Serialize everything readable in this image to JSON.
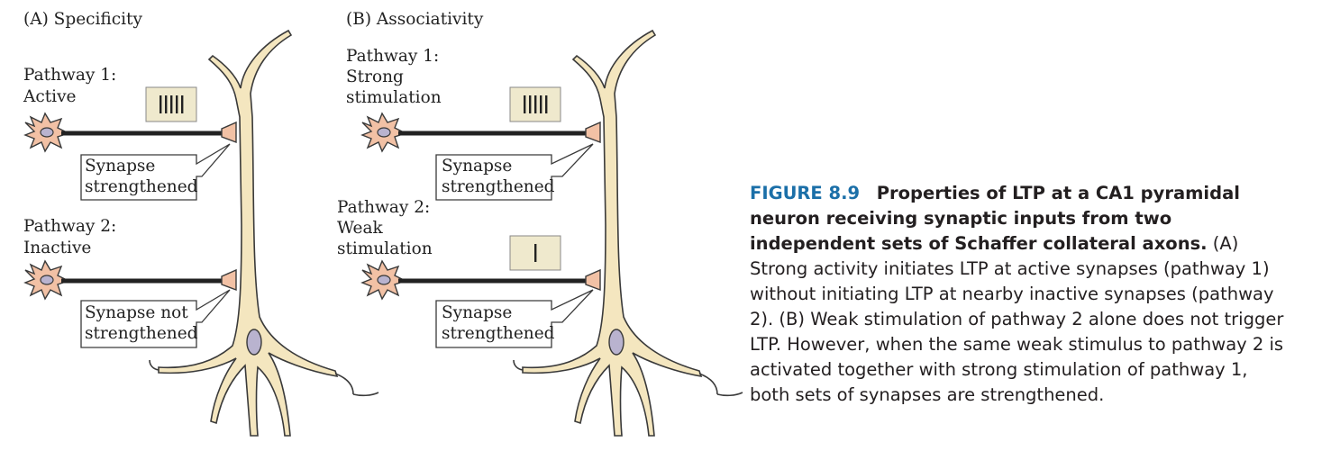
{
  "panels": {
    "a": {
      "heading": "(A) Specificity",
      "p1_line1": "Pathway 1:",
      "p1_line2": "Active",
      "p2_line1": "Pathway 2:",
      "p2_line2": "Inactive",
      "box1_line1": "Synapse",
      "box1_line2": "strengthened",
      "box2_line1": "Synapse not",
      "box2_line2": "strengthened"
    },
    "b": {
      "heading": "(B) Associativity",
      "p1_line1": "Pathway 1:",
      "p1_line2": "Strong",
      "p1_line3": "stimulation",
      "p2_line1": "Pathway 2:",
      "p2_line2": "Weak",
      "p2_line3": "stimulation",
      "box1_line1": "Synapse",
      "box1_line2": "strengthened",
      "box2_line1": "Synapse",
      "box2_line2": "strengthened"
    }
  },
  "stimulus_bars": {
    "strong": 5,
    "weak": 1
  },
  "caption": {
    "figure_number": "FIGURE 8.9",
    "title": "Properties of LTP at a CA1 pyramidal neuron receiving synaptic inputs from two independent sets of Schaffer collateral axons.",
    "body": "(A) Strong activity initiates LTP at active synapses (pathway 1) without initiating LTP at nearby inactive synapses (pathway 2). (B) Weak stimulation of pathway 2 alone does not trigger LTP. However, when the same weak stimulus to pathway 2 is activated together with strong stimulation of pathway 1, both sets of synapses are strengthened."
  },
  "colors": {
    "neuron_fill": "#f4e6bf",
    "neuron_stroke": "#3a3a3a",
    "axon_cell_fill": "#f2c1a5",
    "nucleus_fill": "#b9b3cf",
    "stim_box_fill": "#efe9cd",
    "figure_number": "#1b6fa8"
  }
}
